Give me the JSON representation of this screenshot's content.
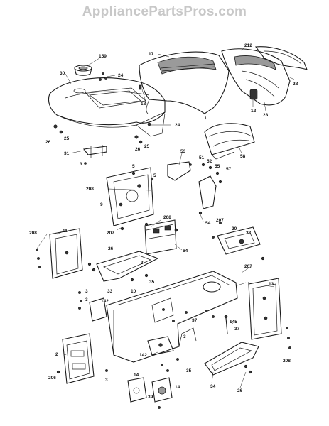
{
  "watermark": "AppliancePartsPros.com",
  "callouts": [
    {
      "id": "c159a",
      "text": "159"
    },
    {
      "id": "c30",
      "text": "30"
    },
    {
      "id": "c24a",
      "text": "24"
    },
    {
      "id": "c17",
      "text": "17"
    },
    {
      "id": "c212",
      "text": "212"
    },
    {
      "id": "c28a",
      "text": "28"
    },
    {
      "id": "c18",
      "text": "18"
    },
    {
      "id": "c12",
      "text": "12"
    },
    {
      "id": "c28b",
      "text": "28"
    },
    {
      "id": "c24b",
      "text": "24"
    },
    {
      "id": "c26a",
      "text": "26"
    },
    {
      "id": "c25a",
      "text": "25"
    },
    {
      "id": "c25b",
      "text": "25"
    },
    {
      "id": "c26b",
      "text": "26"
    },
    {
      "id": "c58",
      "text": "58"
    },
    {
      "id": "c31",
      "text": "31"
    },
    {
      "id": "c3a",
      "text": "3"
    },
    {
      "id": "c5a",
      "text": "5"
    },
    {
      "id": "c53",
      "text": "53"
    },
    {
      "id": "c51",
      "text": "51"
    },
    {
      "id": "c52",
      "text": "52"
    },
    {
      "id": "c55",
      "text": "55"
    },
    {
      "id": "c57",
      "text": "57"
    },
    {
      "id": "c208a",
      "text": "208"
    },
    {
      "id": "c5b",
      "text": "5"
    },
    {
      "id": "c9",
      "text": "9"
    },
    {
      "id": "c54",
      "text": "54"
    },
    {
      "id": "c208b",
      "text": "208"
    },
    {
      "id": "c207a",
      "text": "207"
    },
    {
      "id": "c207b",
      "text": "207"
    },
    {
      "id": "c20",
      "text": "20"
    },
    {
      "id": "c23",
      "text": "23"
    },
    {
      "id": "c208c",
      "text": "208"
    },
    {
      "id": "c11",
      "text": "11"
    },
    {
      "id": "c64",
      "text": "64"
    },
    {
      "id": "c26c",
      "text": "26"
    },
    {
      "id": "c207c",
      "text": "207"
    },
    {
      "id": "c3b",
      "text": "3"
    },
    {
      "id": "c1",
      "text": "1"
    },
    {
      "id": "c13",
      "text": "13"
    },
    {
      "id": "c3c",
      "text": "3"
    },
    {
      "id": "c3d",
      "text": "3"
    },
    {
      "id": "c33",
      "text": "33"
    },
    {
      "id": "c10",
      "text": "10"
    },
    {
      "id": "c35a",
      "text": "35"
    },
    {
      "id": "c142a",
      "text": "142"
    },
    {
      "id": "c37a",
      "text": "37"
    },
    {
      "id": "c145",
      "text": "145"
    },
    {
      "id": "c37b",
      "text": "37"
    },
    {
      "id": "c3e",
      "text": "3"
    },
    {
      "id": "c2",
      "text": "2"
    },
    {
      "id": "c142b",
      "text": "142"
    },
    {
      "id": "c208d",
      "text": "208"
    },
    {
      "id": "c35b",
      "text": "35"
    },
    {
      "id": "c206",
      "text": "206"
    },
    {
      "id": "c3f",
      "text": "3"
    },
    {
      "id": "c14a",
      "text": "14"
    },
    {
      "id": "c34",
      "text": "34"
    },
    {
      "id": "c26d",
      "text": "26"
    },
    {
      "id": "c39",
      "text": "39"
    },
    {
      "id": "c14b",
      "text": "14"
    }
  ]
}
